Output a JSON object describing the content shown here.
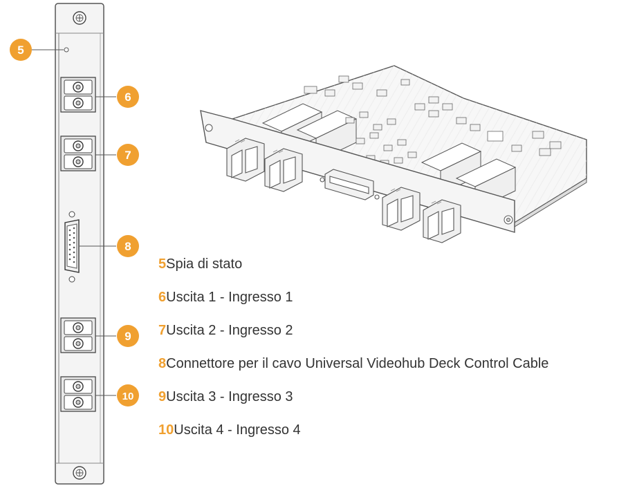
{
  "accent_color": "#f0a030",
  "callouts": [
    {
      "num": "5",
      "text": "Spia di stato"
    },
    {
      "num": "6",
      "text": "Uscita 1 - Ingresso 1"
    },
    {
      "num": "7",
      "text": "Uscita 2 - Ingresso 2"
    },
    {
      "num": "8",
      "text": "Connettore per il cavo Universal Videohub Deck Control Cable"
    },
    {
      "num": "9",
      "text": "Uscita 3 - Ingresso 3"
    },
    {
      "num": "10",
      "text": "Uscita 4 - Ingresso 4"
    }
  ]
}
